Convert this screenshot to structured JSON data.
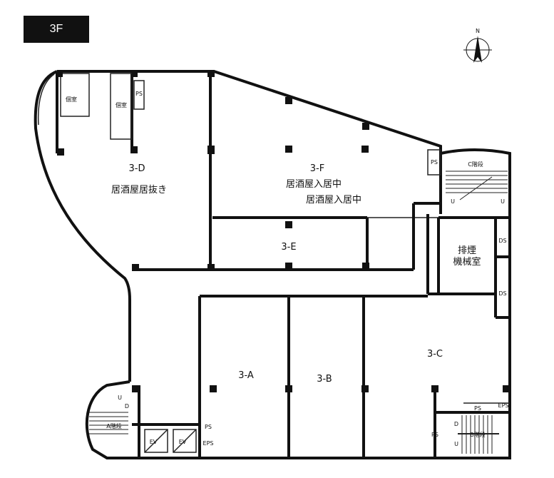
{
  "floor_badge": "3F",
  "compass": {
    "north_label": "N"
  },
  "units": [
    {
      "id": "3-D",
      "status": "居酒屋居抜き"
    },
    {
      "id": "3-F",
      "status": "居酒屋入居中",
      "status2": "居酒屋入居中"
    },
    {
      "id": "3-E"
    },
    {
      "id": "3-A"
    },
    {
      "id": "3-B"
    },
    {
      "id": "3-C"
    }
  ],
  "rooms": {
    "private_room_1": "個室",
    "private_room_2": "個室",
    "smoke_machine_1": "排煙",
    "smoke_machine_2": "機械室",
    "stairs_a": "A階段",
    "stairs_c": "C階段",
    "stairs_b": "B階段",
    "ev1": "EV",
    "ev2": "EV",
    "ds1": "DS",
    "ds2": "DS",
    "ps_d": "PS",
    "ps_f": "PS",
    "ps_a": "PS",
    "eps_a": "EPS",
    "ps_c": "PS",
    "eps_c": "EPS",
    "ps_b": "PS"
  },
  "stair_marks": {
    "up": "U",
    "down": "D"
  }
}
